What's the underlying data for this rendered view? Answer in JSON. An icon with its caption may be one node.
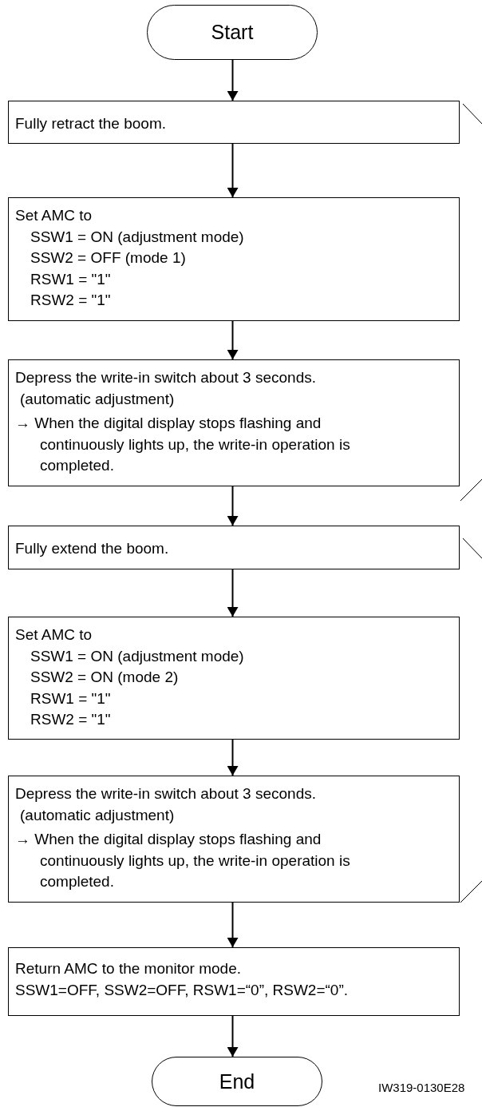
{
  "diagram": {
    "nodes": [
      {
        "text": [
          "Start"
        ]
      },
      {
        "text": [
          "Fully retract the boom."
        ]
      },
      {
        "text": [
          "Set AMC to",
          "SSW1 = ON (adjustment mode)",
          "SSW2 = OFF (mode 1)",
          "RSW1 = \"1\"",
          "RSW2 = \"1\""
        ]
      },
      {
        "text": [
          "Depress the write-in switch about 3 seconds.",
          "(automatic adjustment)",
          "→ When the digital display stops flashing and continuously lights up, the write-in operation is completed."
        ]
      },
      {
        "text": [
          "Fully extend the boom."
        ]
      },
      {
        "text": [
          "Set AMC to",
          "SSW1 = ON (adjustment mode)",
          "SSW2 = ON (mode 2)",
          "RSW1 = \"1\"",
          "RSW2 = \"1\""
        ]
      },
      {
        "text": [
          "Depress the write-in switch about 3 seconds.",
          "(automatic adjustment)",
          "→ When the digital display stops flashing and continuously lights up, the write-in operation is completed."
        ]
      },
      {
        "text": [
          "Return AMC to the monitor mode.",
          "SSW1=OFF, SSW2=OFF, RSW1=“0”, RSW2=“0”."
        ]
      },
      {
        "text": [
          "End"
        ]
      }
    ],
    "edges": [
      {
        "from": 0,
        "to": 1,
        "arrow": "to"
      },
      {
        "from": 1,
        "to": 2,
        "arrow": "to"
      },
      {
        "from": 2,
        "to": 3,
        "arrow": "to"
      },
      {
        "from": 3,
        "to": 4,
        "arrow": "to"
      },
      {
        "from": 4,
        "to": 5,
        "arrow": "to"
      },
      {
        "from": 5,
        "to": 6,
        "arrow": "to"
      },
      {
        "from": 6,
        "to": 7,
        "arrow": "to"
      },
      {
        "from": 7,
        "to": 8,
        "arrow": "to"
      }
    ],
    "labels": [
      "IW319-0130E28"
    ]
  }
}
